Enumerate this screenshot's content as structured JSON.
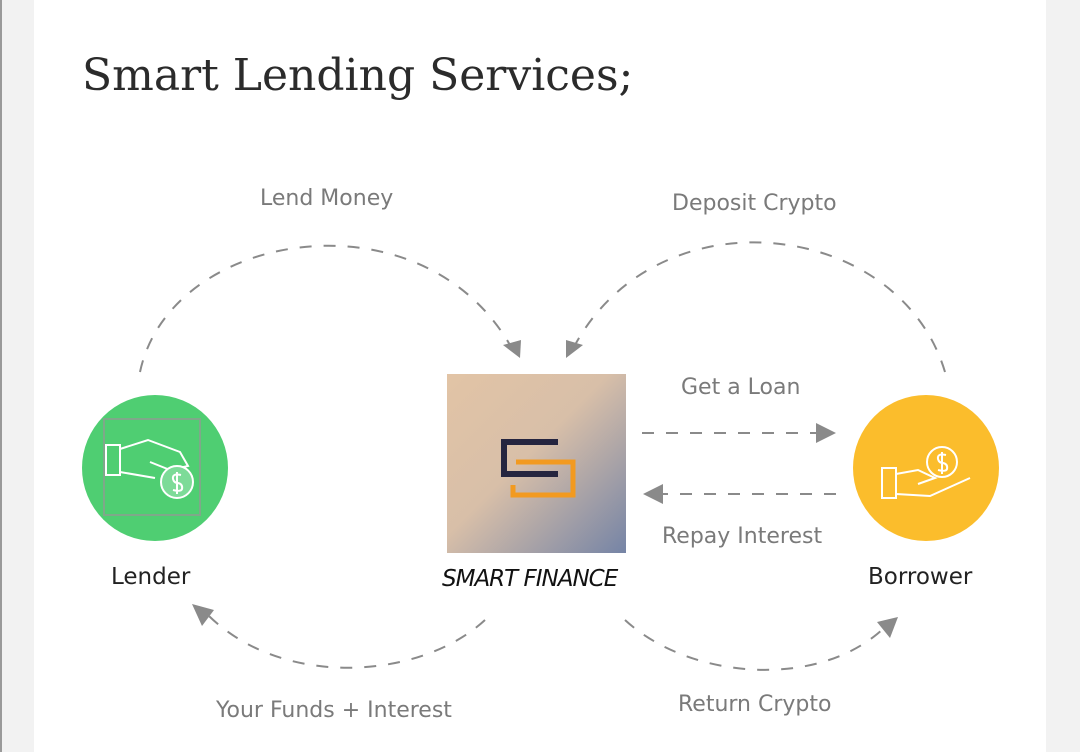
{
  "title": "Smart Lending Services;",
  "flows": {
    "lend_money": "Lend Money",
    "deposit_crypto": "Deposit Crypto",
    "get_loan": "Get a Loan",
    "repay_interest": "Repay Interest",
    "your_funds": "Your Funds + Interest",
    "return_crypto": "Return Crypto"
  },
  "nodes": {
    "lender": "Lender",
    "center": "SMART FINANCE",
    "borrower": "Borrower"
  },
  "colors": {
    "lender": "#4fce72",
    "borrower": "#fbbd2c",
    "arrow": "#8a8a8a"
  }
}
